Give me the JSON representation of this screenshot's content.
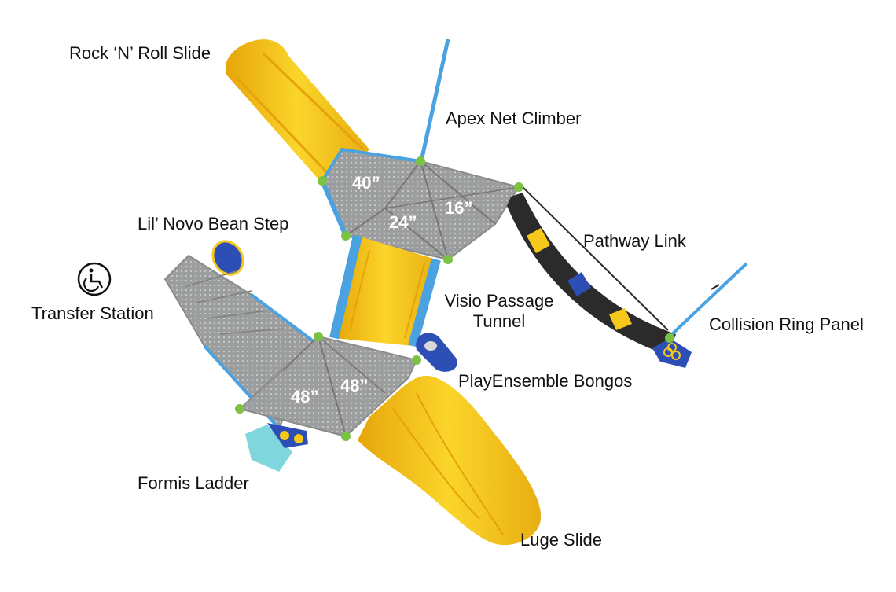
{
  "labels": {
    "rock_n_roll_slide": "Rock ‘N’ Roll Slide",
    "apex_net_climber": "Apex Net Climber",
    "lil_novo_bean_step": "Lil’ Novo Bean Step",
    "pathway_link": "Pathway Link",
    "transfer_station": "Transfer Station",
    "visio_passage_tunnel_line1": "Visio Passage",
    "visio_passage_tunnel_line2": "Tunnel",
    "collision_ring_panel": "Collision Ring Panel",
    "playensemble_bongos": "PlayEnsemble Bongos",
    "formis_ladder": "Formis Ladder",
    "luge_slide": "Luge Slide"
  },
  "deck_heights": {
    "upper_left": "40”",
    "upper_mid": "24”",
    "upper_right": "16”",
    "lower_left": "48”",
    "lower_right": "48”"
  },
  "colors": {
    "slide_yellow": "#f6c81a",
    "deck_gray": "#9a9b9c",
    "rail_blue": "#4aa3e0",
    "post_green": "#7cc242",
    "bridge_black": "#2b2b2b",
    "accent_navy": "#243a8a",
    "climber_teal": "#7fd6dc"
  },
  "icons": {
    "transfer_station_icon": "wheelchair-accessibility-icon"
  }
}
